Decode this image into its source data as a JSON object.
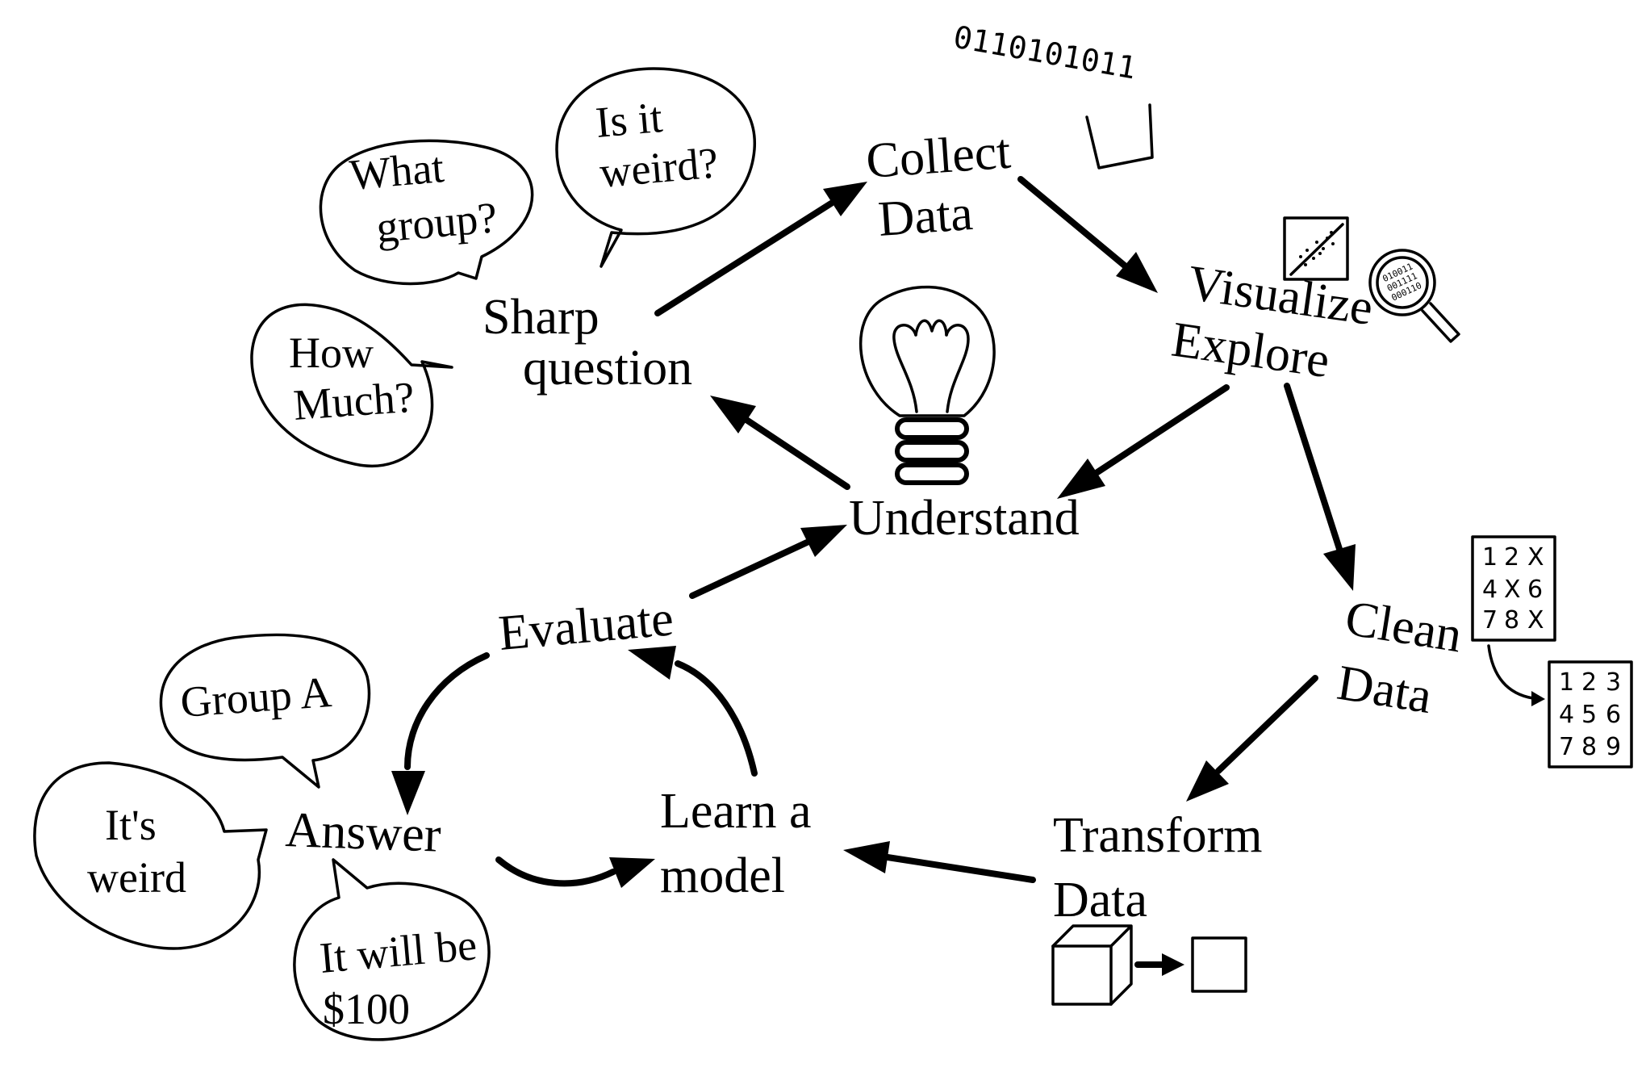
{
  "nodes": {
    "sharp_question": [
      "Sharp",
      "question"
    ],
    "collect_data": [
      "Collect",
      "Data"
    ],
    "visualize_explore": [
      "Visualize",
      "Explore"
    ],
    "clean_data": [
      "Clean",
      "Data"
    ],
    "transform_data": [
      "Transform",
      "Data"
    ],
    "learn_model": [
      "Learn a",
      "model"
    ],
    "evaluate": "Evaluate",
    "understand": "Understand",
    "answer": "Answer"
  },
  "question_bubbles": {
    "what_group": [
      "What",
      "group?"
    ],
    "is_it_weird": [
      "Is it",
      "weird?"
    ],
    "how_much": [
      "How",
      "Much?"
    ]
  },
  "answer_bubbles": {
    "group_a": "Group A",
    "its_weird": [
      "It's",
      "weird"
    ],
    "it_will_be": [
      "It will be",
      "$100"
    ]
  },
  "icons": {
    "binary_string": "0110101011",
    "magnifier_bits": [
      "010011",
      "001111",
      "000110"
    ],
    "dirty_grid": [
      [
        "1",
        "2",
        "X"
      ],
      [
        "4",
        "X",
        "6"
      ],
      [
        "7",
        "8",
        "X"
      ]
    ],
    "clean_grid": [
      [
        "1",
        "2",
        "3"
      ],
      [
        "4",
        "5",
        "6"
      ],
      [
        "7",
        "8",
        "9"
      ]
    ]
  }
}
